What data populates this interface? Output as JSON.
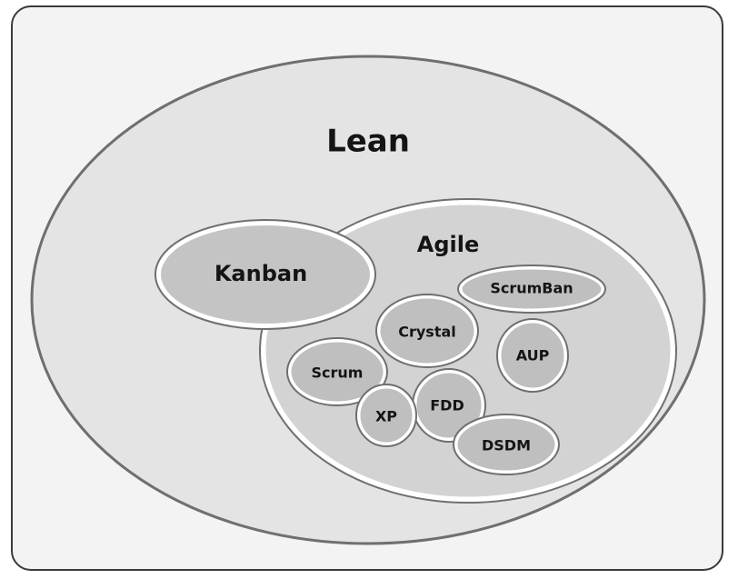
{
  "diagram": {
    "lean": {
      "label": "Lean"
    },
    "agile": {
      "label": "Agile"
    },
    "kanban": {
      "label": "Kanban"
    },
    "methods": [
      {
        "key": "scrumban",
        "label": "ScrumBan"
      },
      {
        "key": "crystal",
        "label": "Crystal"
      },
      {
        "key": "aup",
        "label": "AUP"
      },
      {
        "key": "scrum",
        "label": "Scrum"
      },
      {
        "key": "fdd",
        "label": "FDD"
      },
      {
        "key": "xp",
        "label": "XP"
      },
      {
        "key": "dsdm",
        "label": "DSDM"
      }
    ]
  },
  "colors": {
    "frame_bg": "#f3f3f3",
    "lean_fill": "#e4e4e4",
    "agile_fill": "#d3d3d3",
    "node_fill": "#bfbfbf",
    "stroke_dark": "#6f6f6f",
    "stroke_light": "#ffffff"
  }
}
